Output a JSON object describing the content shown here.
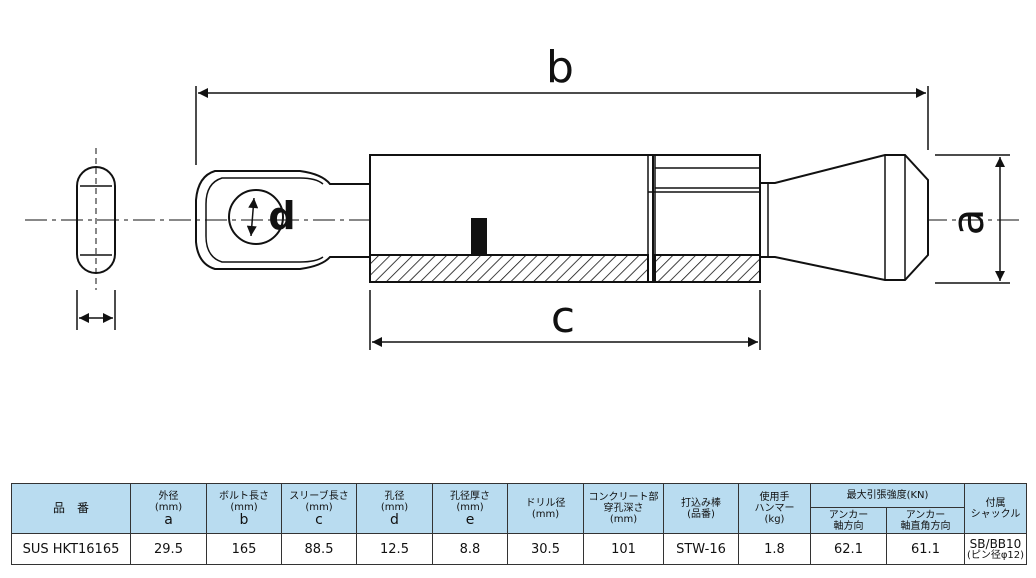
{
  "drawing": {
    "dimensions": {
      "a": "a",
      "b": "b",
      "c": "c",
      "d": "d"
    }
  },
  "table": {
    "headers": {
      "part_no": "品　番",
      "outer_dia": {
        "label": "外径",
        "unit": "(mm)",
        "key": "a"
      },
      "bolt_len": {
        "label": "ボルト長さ",
        "unit": "(mm)",
        "key": "b"
      },
      "sleeve_len": {
        "label": "スリーブ長さ",
        "unit": "(mm)",
        "key": "c"
      },
      "hole_dia": {
        "label": "孔径",
        "unit": "(mm)",
        "key": "d"
      },
      "hole_thick": {
        "label": "孔径厚さ",
        "unit": "(mm)",
        "key": "e"
      },
      "drill_dia": {
        "label": "ドリル径",
        "unit": "(mm)"
      },
      "concrete_depth": {
        "label1": "コンクリート部",
        "label2": "穿孔深さ",
        "unit": "(mm)"
      },
      "drive_rod": {
        "label": "打込み棒",
        "unit": "(品番)"
      },
      "hammer": {
        "label1": "使用手",
        "label2": "ハンマー",
        "unit": "(kg)"
      },
      "max_strength": {
        "label": "最大引張強度(KN)",
        "axial": "アンカー\n軸方向",
        "perp": "アンカー\n軸直角方向"
      },
      "shackle": {
        "label1": "付属",
        "label2": "シャックル"
      }
    },
    "row": {
      "part_no": "SUS HKT16165",
      "a": "29.5",
      "b": "165",
      "c": "88.5",
      "d": "12.5",
      "e": "8.8",
      "drill": "30.5",
      "depth": "101",
      "rod": "STW-16",
      "hammer": "1.8",
      "axial": "62.1",
      "perp": "61.1",
      "shackle_main": "SB/BB10",
      "shackle_sub": "(ピン径φ12)"
    }
  },
  "colors": {
    "header_bg": "#b9dcf0",
    "line": "#111111"
  }
}
